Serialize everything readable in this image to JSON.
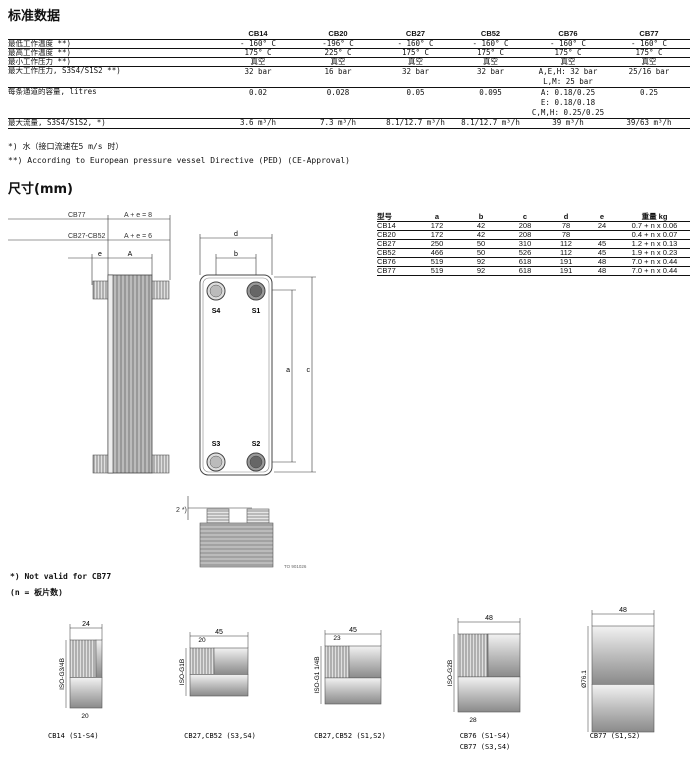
{
  "title": "标准数据",
  "spec_table": {
    "models": [
      "CB14",
      "CB20",
      "CB27",
      "CB52",
      "CB76",
      "CB77"
    ],
    "rows": [
      {
        "label": "最低工作温度 **)",
        "values": [
          "- 160° C",
          "-196° C",
          "- 160° C",
          "- 160° C",
          "- 160° C",
          "- 160° C"
        ]
      },
      {
        "label": "最高工作温度 **)",
        "values": [
          "175° C",
          "225° C",
          "175° C",
          "175° C",
          "175° C",
          "175° C"
        ]
      },
      {
        "label": "最小工作压力 **)",
        "values": [
          "真空",
          "真空",
          "真空",
          "真空",
          "真空",
          "真空"
        ]
      },
      {
        "label": "最大工作压力, S3S4/S1S2 **)",
        "values": [
          "32 bar",
          "16 bar",
          "32 bar",
          "32 bar",
          "A,E,H: 32 bar\nL,M: 25 bar",
          "25/16 bar"
        ]
      },
      {
        "label": "每条通道的容量, litres",
        "values": [
          "0.02",
          "0.028",
          "0.05",
          "0.095",
          "A: 0.18/0.25\nE: 0.18/0.18\nC,M,H: 0.25/0.25",
          "0.25"
        ]
      },
      {
        "label": "最大流量, S3S4/S1S2, *)",
        "values": [
          "3.6 m³/h",
          "7.3 m³/h",
          "8.1/12.7 m³/h",
          "8.1/12.7 m³/h",
          "39 m³/h",
          "39/63 m³/h"
        ]
      }
    ]
  },
  "footnotes": [
    "*) 水（接口流速在5 m/s 时）",
    "**) According to European pressure vessel Directive (PED) (CE-Approval)"
  ],
  "dimensions_title": "尺寸(mm)",
  "dim_table": {
    "headers": [
      "型号",
      "a",
      "b",
      "c",
      "d",
      "e",
      "重量 kg"
    ],
    "rows": [
      [
        "CB14",
        "172",
        "42",
        "208",
        "78",
        "24",
        "0.7 + n x 0.06"
      ],
      [
        "CB20",
        "172",
        "42",
        "208",
        "78",
        "",
        "0.4 + n x 0.07"
      ],
      [
        "CB27",
        "250",
        "50",
        "310",
        "112",
        "45",
        "1.2 + n x 0.13"
      ],
      [
        "CB52",
        "466",
        "50",
        "526",
        "112",
        "45",
        "1.9 + n x 0.23"
      ],
      [
        "CB76",
        "519",
        "92",
        "618",
        "191",
        "48",
        "7.0 + n x 0.44"
      ],
      [
        "CB77",
        "519",
        "92",
        "618",
        "191",
        "48",
        "7.0 + n x 0.44"
      ]
    ]
  },
  "drawing": {
    "cb77_label": "CB77",
    "cb77_dim": "A + e = 8",
    "cb27_label": "CB27-CB52",
    "cb27_dim": "A + e = 6",
    "e": "e",
    "A": "A",
    "d": "d",
    "b": "b",
    "a": "a",
    "c": "c",
    "ports": [
      "S4",
      "S1",
      "S3",
      "S2"
    ],
    "note_mark": "2 *)",
    "drawing_id": "TO 901026"
  },
  "bottom_notes": [
    "*) Not valid for CB77",
    "(n = 板片数)"
  ],
  "fittings": [
    {
      "width": "24",
      "thread": "20",
      "iso": "ISO-G3/4B",
      "caption": "CB14 (S1-S4)"
    },
    {
      "width": "45",
      "thread": "20",
      "iso": "ISO-G1B",
      "caption": "CB27,CB52 (S3,S4)"
    },
    {
      "width": "45",
      "thread": "23",
      "iso": "ISO-G1 1/4B",
      "caption": "CB27,CB52 (S1,S2)"
    },
    {
      "width": "48",
      "thread": "28",
      "iso": "ISO-G2B",
      "caption": "CB76 (S1-S4)",
      "caption2": "CB77 (S3,S4)"
    },
    {
      "width": "48",
      "iso": "Ø76.1",
      "caption": "CB77 (S1,S2)"
    }
  ]
}
